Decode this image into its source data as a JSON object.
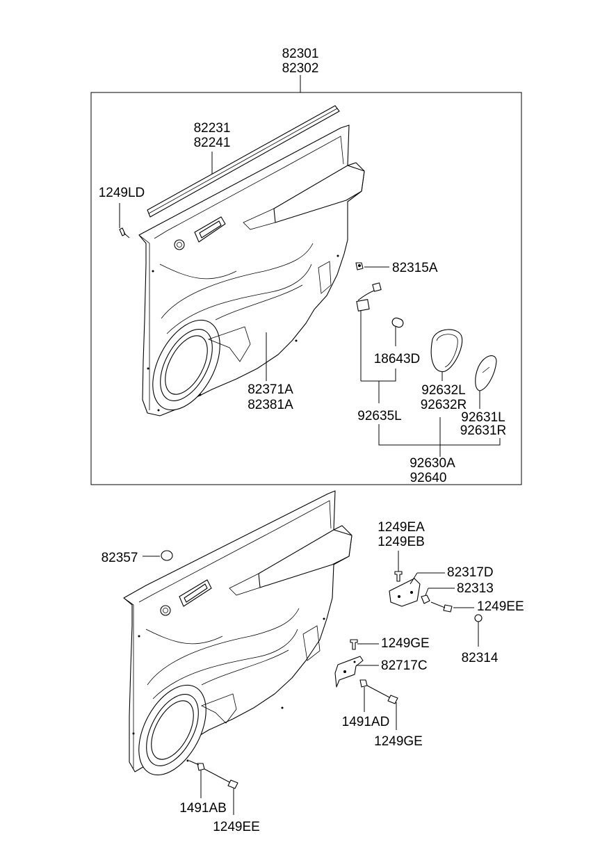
{
  "diagram": {
    "labels": {
      "assy_1": "82301",
      "assy_2": "82302",
      "trim_a": "82231",
      "trim_b": "82241",
      "screw_top": "1249LD",
      "clip": "82315A",
      "harness": "18643D",
      "panel_a": "82371A",
      "panel_b": "82381A",
      "lamp_l": "92635L",
      "lens_l": "92632L",
      "lens_r": "92632R",
      "cover_l": "92631L",
      "cover_r": "92631R",
      "lamp_assy_1": "92630A",
      "lamp_assy_2": "92640",
      "cap": "82357",
      "bolt_a": "1249EA",
      "bolt_b": "1249EB",
      "bracket": "82317D",
      "nut": "82313",
      "bolt_ee_mid": "1249EE",
      "plug": "82314",
      "bolt_ge_top": "1249GE",
      "bracket_c": "82717C",
      "clip_ad": "1491AD",
      "bolt_ge_bottom": "1249GE",
      "clip_ab": "1491AB",
      "bolt_ee_bottom": "1249EE"
    }
  }
}
